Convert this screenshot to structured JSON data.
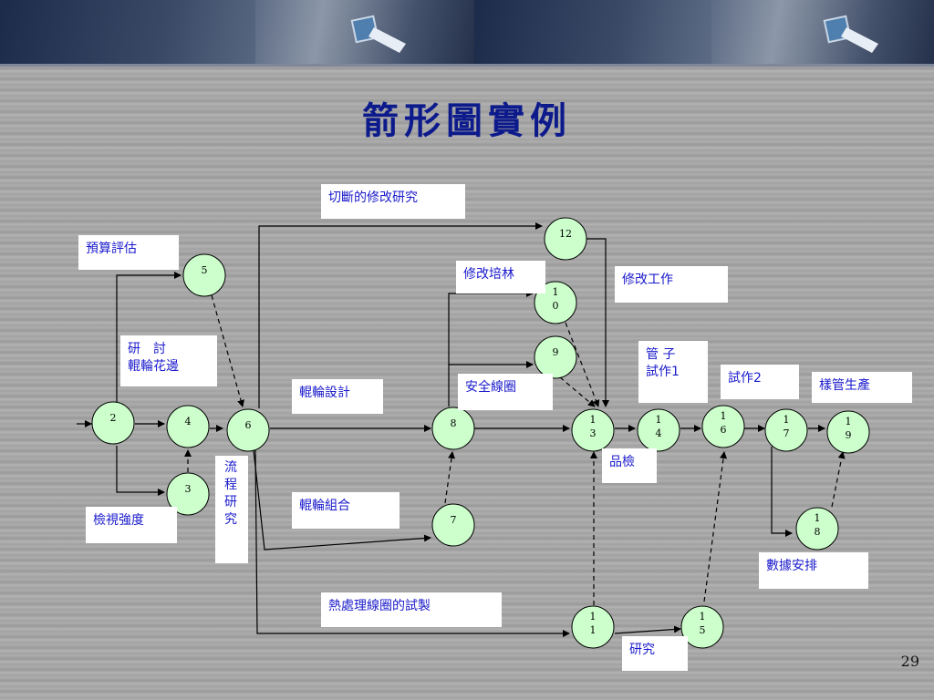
{
  "title": "箭形圖實例",
  "page_number": "29",
  "colors": {
    "node_fill": "#ccffcc",
    "label_text": "#1a1acc",
    "title": "#0c1a8c"
  },
  "nodes": [
    {
      "id": "n2",
      "label": "2"
    },
    {
      "id": "n3",
      "label": "3"
    },
    {
      "id": "n4",
      "label": "4"
    },
    {
      "id": "n5",
      "label": "5"
    },
    {
      "id": "n6",
      "label": "6"
    },
    {
      "id": "n7",
      "label": "7"
    },
    {
      "id": "n8",
      "label": "8"
    },
    {
      "id": "n9",
      "label": "9"
    },
    {
      "id": "n10",
      "label": "1\n0"
    },
    {
      "id": "n11",
      "label": "1\n1"
    },
    {
      "id": "n12",
      "label": "12"
    },
    {
      "id": "n13",
      "label": "1\n3"
    },
    {
      "id": "n14",
      "label": "1\n4"
    },
    {
      "id": "n15",
      "label": "1\n5"
    },
    {
      "id": "n16",
      "label": "1\n6"
    },
    {
      "id": "n17",
      "label": "1\n7"
    },
    {
      "id": "n18",
      "label": "1\n8"
    },
    {
      "id": "n19",
      "label": "1\n9"
    }
  ],
  "activities": {
    "budget": "預算評估",
    "discuss": "研　討\n輥輪花邊",
    "inspect": "檢視強度",
    "flow": "流\n程\n研\n究",
    "roll_design": "輥輪設計",
    "roll_assembly": "輥輪組合",
    "cut_study": "切斷的修改研究",
    "modify_train": "修改培林",
    "safety_coil": "安全線圈",
    "modify_work": "修改工作",
    "pipe_trial": "管 子\n試作1",
    "trial2": "試作2",
    "sample_production": "樣管生產",
    "quality_check": "品檢",
    "data_arrange": "數據安排",
    "heat_treat": "熱處理線圈的試製",
    "research": "研究"
  }
}
